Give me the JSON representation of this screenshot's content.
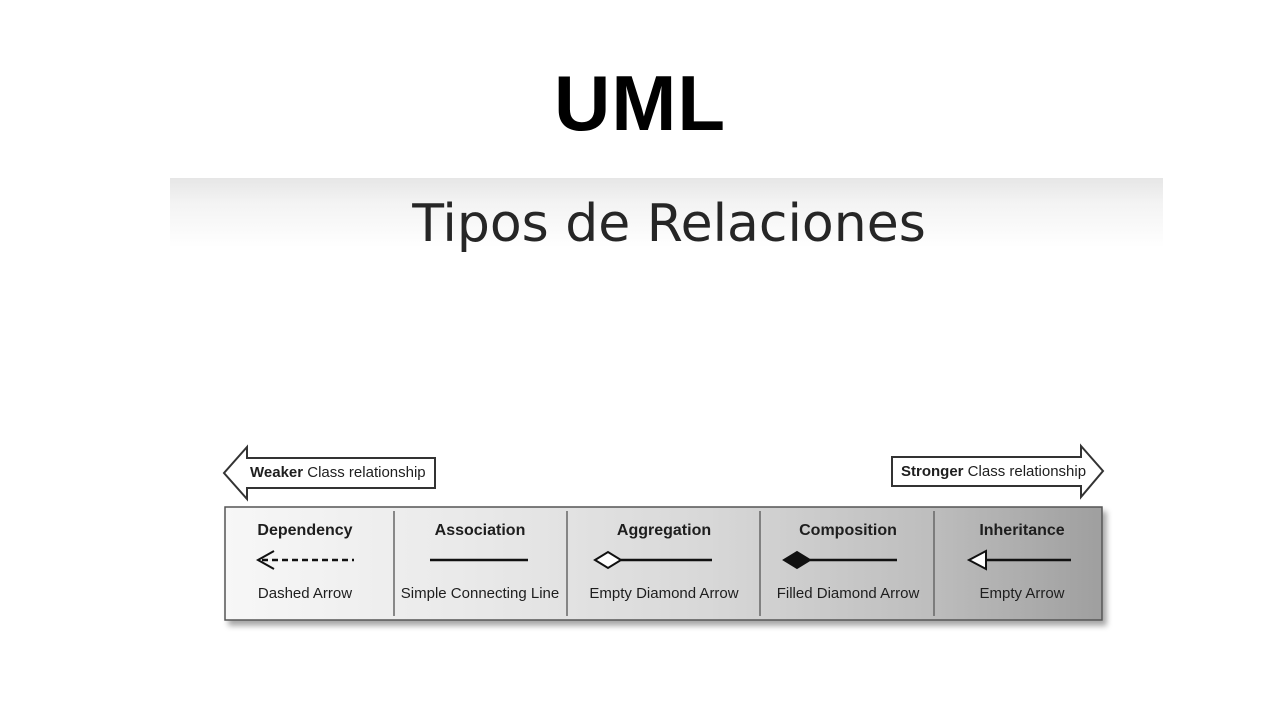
{
  "main_title": "UML",
  "slide_title": "Tipos de Relaciones",
  "scale": {
    "weaker_bold": "Weaker",
    "weaker_rest": " Class relationship",
    "stronger_bold": "Stronger",
    "stronger_rest": " Class relationship"
  },
  "relationships": [
    {
      "name": "Dependency",
      "notation": "Dashed Arrow"
    },
    {
      "name": "Association",
      "notation": "Simple Connecting Line"
    },
    {
      "name": "Aggregation",
      "notation": "Empty Diamond Arrow"
    },
    {
      "name": "Composition",
      "notation": "Filled Diamond Arrow"
    },
    {
      "name": "Inheritance",
      "notation": "Empty Arrow"
    }
  ]
}
